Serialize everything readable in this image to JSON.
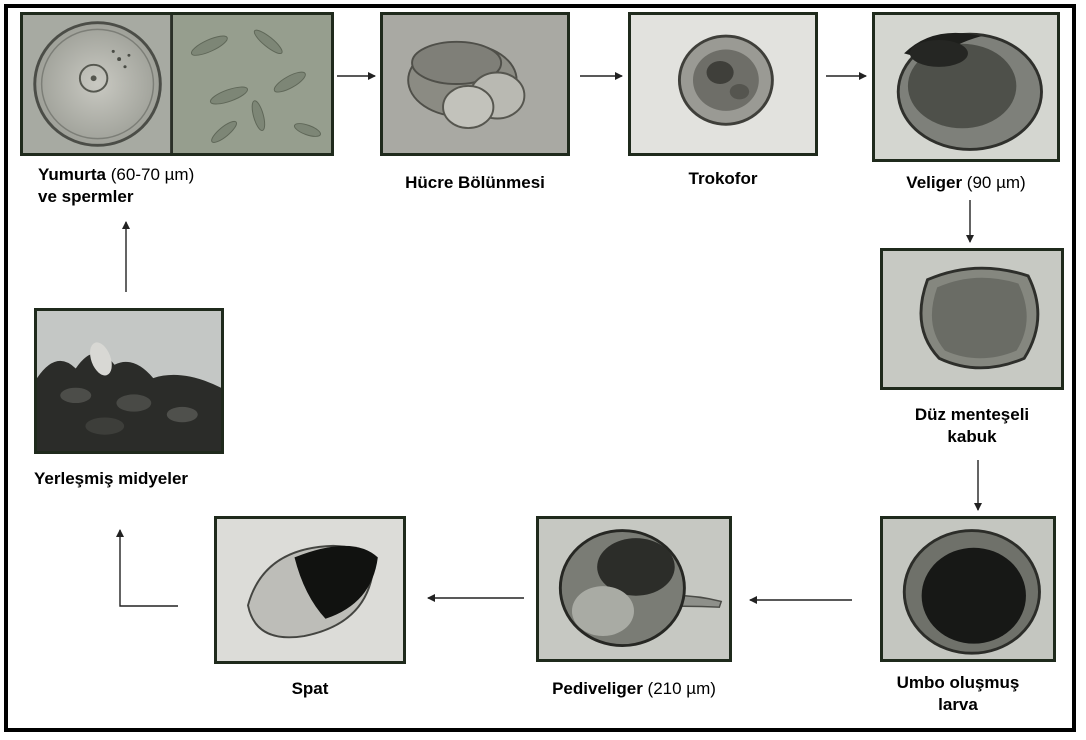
{
  "stages": {
    "egg": {
      "name": "Yumurta",
      "size": " (60-70 µm)",
      "line2": "ve spermler"
    },
    "cleavage": {
      "name": "Hücre Bölünmesi"
    },
    "trochophore": {
      "name": "Trokofor"
    },
    "veliger": {
      "name": "Veliger",
      "size": " (90 µm)"
    },
    "dhinge": {
      "line1": "Düz menteşeli",
      "line2": "kabuk"
    },
    "umbo": {
      "line1": "Umbo oluşmuş",
      "line2": "larva"
    },
    "pediveliger": {
      "name": "Pediveliger",
      "size": " (210 µm)"
    },
    "spat": {
      "name": "Spat"
    },
    "settled": {
      "name": "Yerleşmiş midyeler"
    }
  },
  "colors": {
    "frame": "#000000",
    "photo_border": "#1f2a1c",
    "arrow": "#222222"
  }
}
